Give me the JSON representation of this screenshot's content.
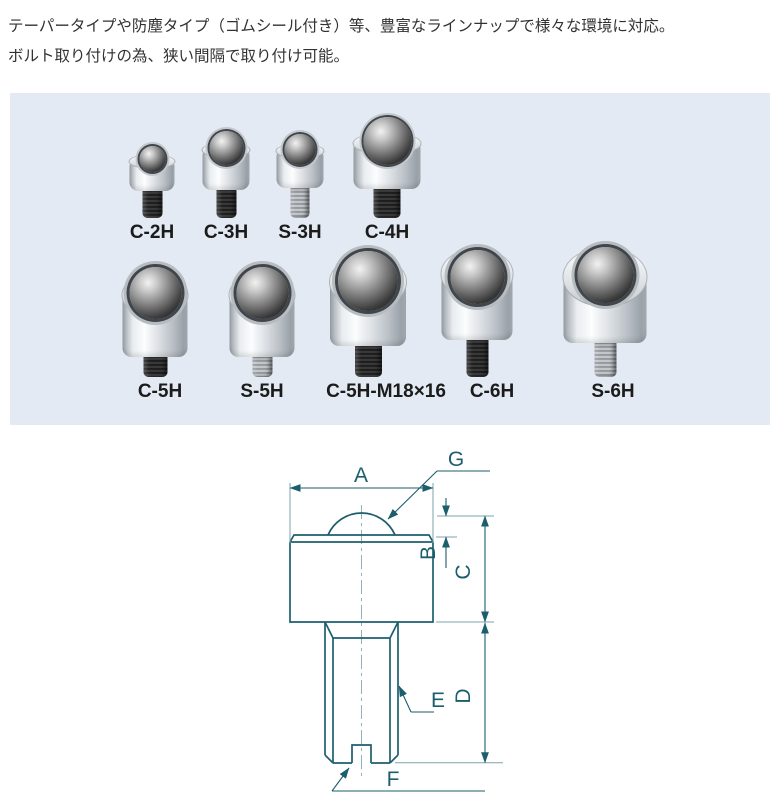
{
  "intro": {
    "line1": "テーパータイプや防塵タイプ（ゴムシール付き）等、豊富なラインナップで様々な環境に対応。",
    "line2": "ボルト取り付けの為、狭い間隔で取り付け可能。"
  },
  "products": {
    "panel_bg": "#e3eaf3",
    "rows": [
      {
        "items": [
          {
            "label": "C-2H",
            "stud": "black"
          },
          {
            "label": "C-3H",
            "stud": "black"
          },
          {
            "label": "S-3H",
            "stud": "stainless"
          },
          {
            "label": "C-4H",
            "stud": "black"
          }
        ]
      },
      {
        "items": [
          {
            "label": "C-5H",
            "stud": "black"
          },
          {
            "label": "S-5H",
            "stud": "stainless"
          },
          {
            "label": "C-5H-M18×16",
            "stud": "black"
          },
          {
            "label": "C-6H",
            "stud": "black"
          },
          {
            "label": "S-6H",
            "stud": "stainless"
          }
        ]
      }
    ]
  },
  "diagram": {
    "line_color": "#1d5e6e",
    "labels": {
      "a": "A",
      "b": "B",
      "c": "C",
      "d": "D",
      "e": "E",
      "f": "F",
      "g": "G"
    }
  }
}
